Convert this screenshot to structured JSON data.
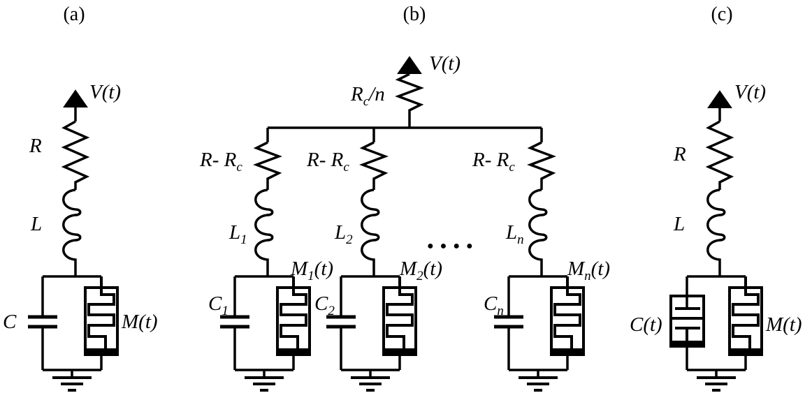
{
  "figure_type": "circuit-schematic-three-panels",
  "background": "#ffffff",
  "ink_color": "#000000",
  "icons": {
    "voltage_source_arrow": "filled upward triangle",
    "ground": "three stacked horizontal bars of decreasing width",
    "memristor": "rectangle with square-wave meander and thick black bottom electrode",
    "memcapacitor": "rectangle with three capacitor plates and thick black bottom electrode"
  },
  "panels": {
    "a": {
      "label": "(a)",
      "source": "V(t)",
      "resistor": "R",
      "inductor": "L",
      "capacitor": "C",
      "memristor": "M(t)"
    },
    "b": {
      "label": "(b)",
      "source": "V(t)",
      "coupling_resistor": {
        "pre": "R",
        "sub": "c",
        "post": "/n"
      },
      "continuation_dots": "●●●●",
      "branches": [
        {
          "resistor": {
            "pre": "R- R",
            "sub": "c",
            "post": ""
          },
          "inductor": {
            "pre": "L",
            "sub": "1",
            "post": ""
          },
          "capacitor": {
            "pre": "C",
            "sub": "1",
            "post": ""
          },
          "memristor": {
            "pre": "M",
            "sub": "1",
            "post": "(t)"
          }
        },
        {
          "resistor": {
            "pre": "R- R",
            "sub": "c",
            "post": ""
          },
          "inductor": {
            "pre": "L",
            "sub": "2",
            "post": ""
          },
          "capacitor": {
            "pre": "C",
            "sub": "2",
            "post": ""
          },
          "memristor": {
            "pre": "M",
            "sub": "2",
            "post": "(t)"
          }
        },
        {
          "resistor": {
            "pre": "R- R",
            "sub": "c",
            "post": ""
          },
          "inductor": {
            "pre": "L",
            "sub": "n",
            "post": ""
          },
          "capacitor": {
            "pre": "C",
            "sub": "n",
            "post": ""
          },
          "memristor": {
            "pre": "M",
            "sub": "n",
            "post": "(t)"
          }
        }
      ]
    },
    "c": {
      "label": "(c)",
      "source": "V(t)",
      "resistor": "R",
      "inductor": "L",
      "memcapacitor": "C(t)",
      "memristor": "M(t)"
    }
  }
}
